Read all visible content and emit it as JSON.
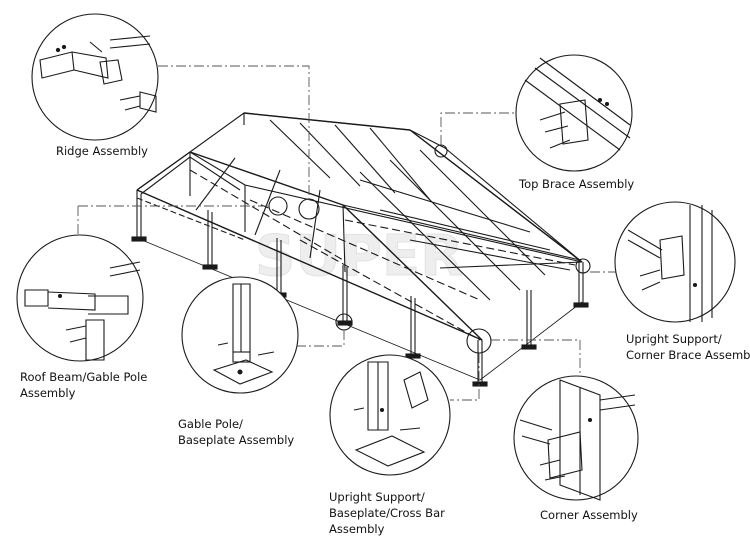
{
  "labels": {
    "ridge": "Ridge Assembly",
    "top_brace": "Top Brace Assembly",
    "upright_corner_brace_1": "Upright Support/",
    "upright_corner_brace_2": "Corner Brace Assembly",
    "roof_beam_1": "Roof Beam/Gable Pole",
    "roof_beam_2": "Assembly",
    "gable_base_1": "Gable Pole/",
    "gable_base_2": "Baseplate Assembly",
    "upright_base_1": "Upright Support/",
    "upright_base_2": "Baseplate/Cross Bar",
    "upright_base_3": "Assembly",
    "corner": "Corner Assembly"
  },
  "watermark": "SUPER",
  "colors": {
    "line": "#1a1a1a",
    "leader": "#555555",
    "watermark": "#ececec"
  }
}
